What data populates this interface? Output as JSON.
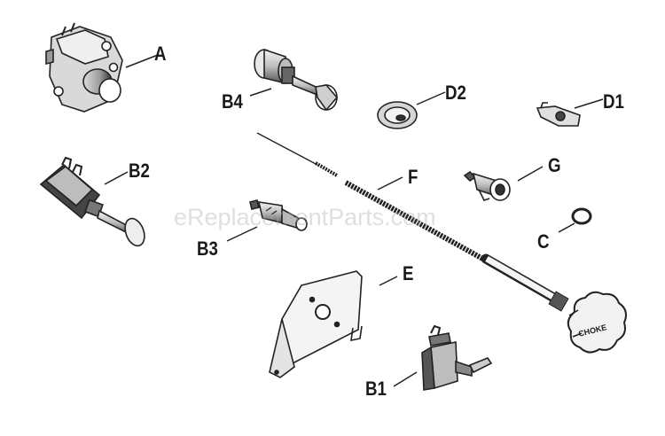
{
  "labels": {
    "A": "A",
    "B4": "B4",
    "D2": "D2",
    "D1": "D1",
    "B2": "B2",
    "F": "F",
    "G": "G",
    "B3": "B3",
    "C": "C",
    "E": "E",
    "B1": "B1"
  },
  "knob_text": "CHOKE",
  "watermark": "eReplacementParts.com"
}
